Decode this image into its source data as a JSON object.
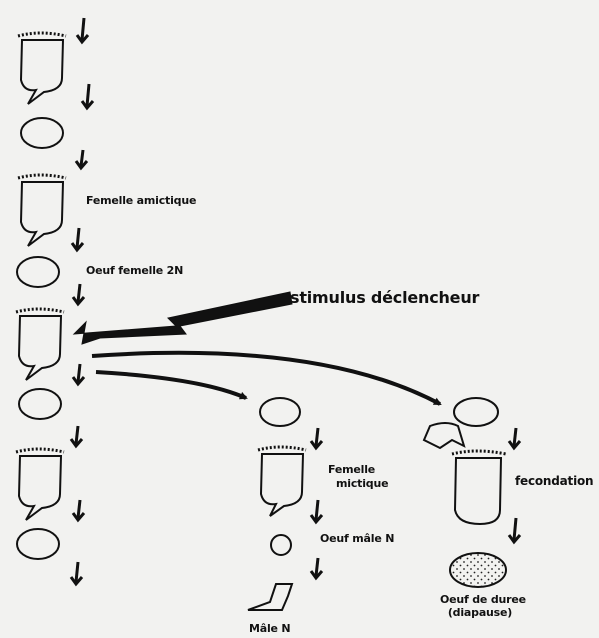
{
  "labels": {
    "femelle_amictique": "Femelle amictique",
    "oeuf_femelle_2n": "Oeuf femelle 2N",
    "stimulus": "stimulus déclencheur",
    "femelle_mictique_1": "Femelle",
    "femelle_mictique_2": "mictique",
    "oeuf_male": "Oeuf mâle N",
    "male": "Mâle N",
    "fecondation": "fecondation",
    "oeuf_duree_1": "Oeuf de duree",
    "oeuf_duree_2": "(diapause)"
  },
  "colors": {
    "ink": "#111111",
    "background": "#f2f2f0"
  }
}
